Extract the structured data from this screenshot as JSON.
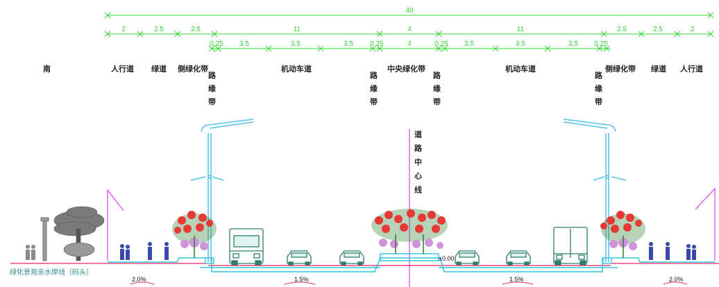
{
  "dimensions": {
    "total": "40",
    "row2": [
      "2",
      "2.5",
      "2.5",
      "11",
      "4",
      "11",
      "2.5",
      "2.5",
      "2"
    ],
    "row3": [
      "0.25",
      "3.5",
      "3.5",
      "3.5",
      "0.25",
      "4",
      "0.25",
      "3.5",
      "3.5",
      "3.5",
      "0.25"
    ]
  },
  "labels": {
    "south": "南",
    "sidewalk_left": "人行道",
    "green_left": "绿道",
    "side_green_left": "侧绿化带",
    "curb_left": "路缘带",
    "vehicle_left": "机动车道",
    "curb_ml": "路缘带",
    "median": "中央绿化带",
    "curb_mr": "路缘带",
    "vehicle_right": "机动车道",
    "curb_right": "路缘带",
    "side_green_right": "侧绿化带",
    "green_right": "绿道",
    "sidewalk_right": "人行道",
    "centerline": "道路中心线"
  },
  "elevation": "±0.00",
  "slopes": {
    "left_walk": "2.0%",
    "left_road": "1.5%",
    "right_road": "1.5%",
    "right_walk": "2.0%"
  },
  "caption": "绿化景观亲水岸线（码头）",
  "colors": {
    "dimension": "#33d633",
    "lamp": "#4fc3e8",
    "road_edge": "#00bcd4",
    "centerline": "#e040fb",
    "ground": "#e91e63",
    "flower_red": "#e53935",
    "flower_green": "#2e7d32",
    "flower_purple": "#ce93d8",
    "car": "#2e7d6b",
    "pedestrian": "#3949ab",
    "tree": "#555555"
  }
}
